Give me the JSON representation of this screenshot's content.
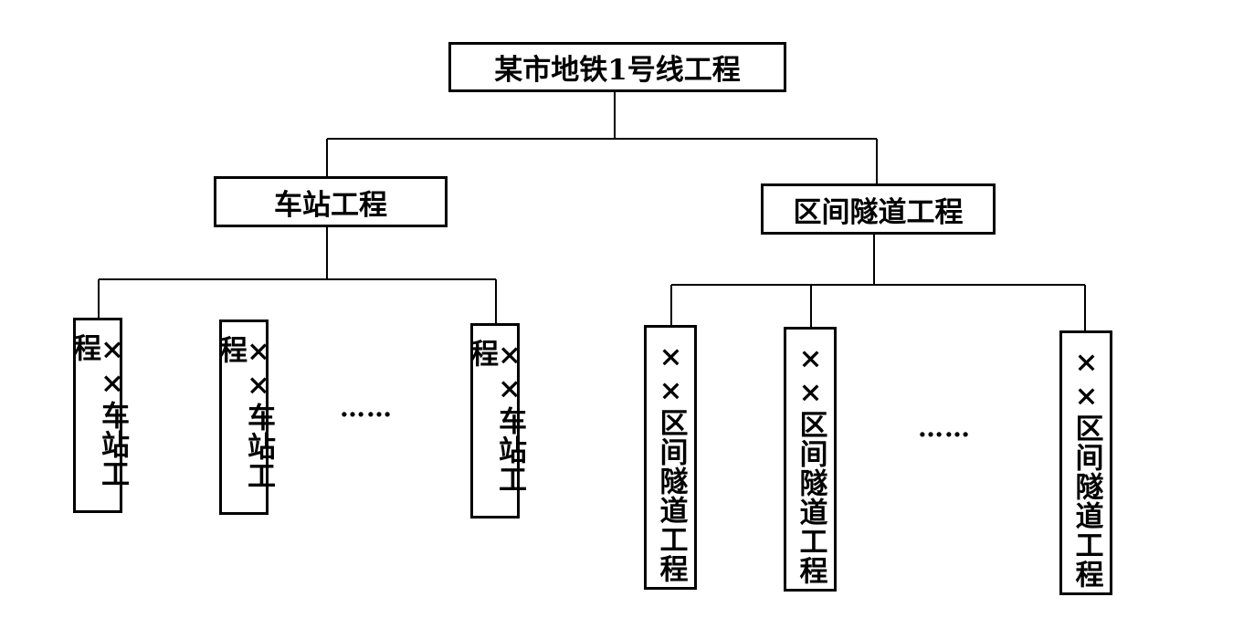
{
  "root": {
    "label": "某市地铁1号线工程"
  },
  "branches": [
    {
      "label": "车站工程",
      "children": [
        "××车站工程",
        "××车站工程",
        "××车站工程"
      ],
      "ellipsis": "……"
    },
    {
      "label": "区间隧道工程",
      "children": [
        "××区间隧道工程",
        "××区间隧道工程",
        "××区间隧道工程"
      ],
      "ellipsis": "……"
    }
  ]
}
